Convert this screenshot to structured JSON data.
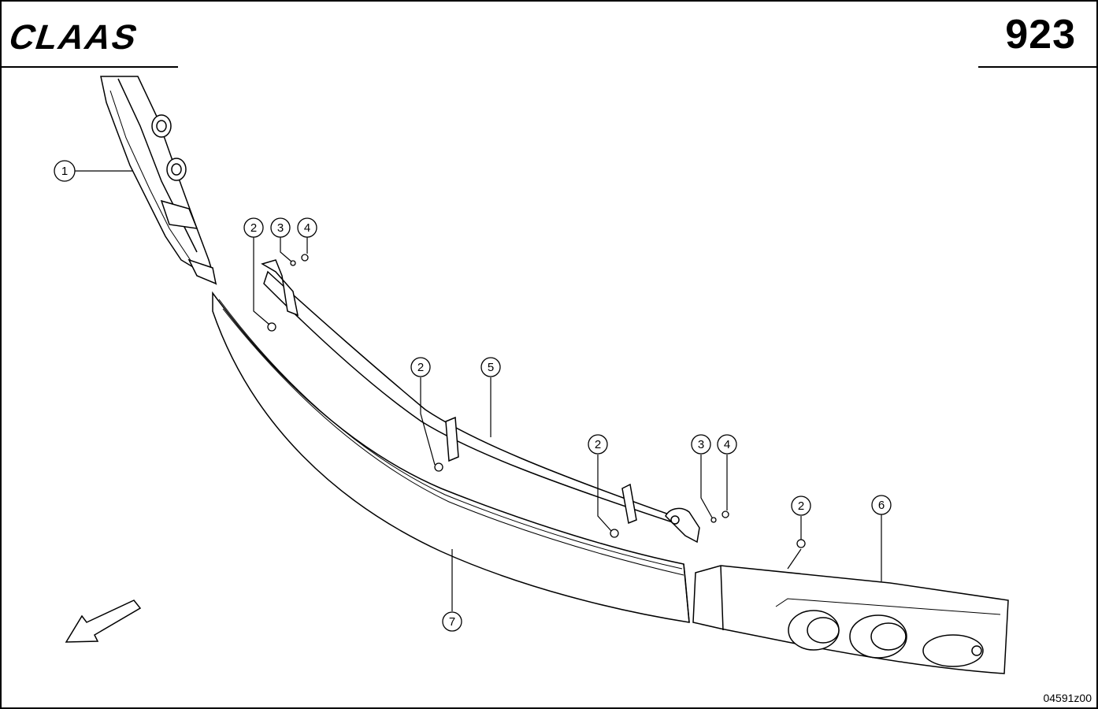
{
  "header": {
    "logo_text": "CLAAS",
    "page_number": "923"
  },
  "footer": {
    "drawing_code": "04591z00"
  },
  "callouts": [
    {
      "id": "c1",
      "label": "1"
    },
    {
      "id": "c2a",
      "label": "2"
    },
    {
      "id": "c3a",
      "label": "3"
    },
    {
      "id": "c4a",
      "label": "4"
    },
    {
      "id": "c2b",
      "label": "2"
    },
    {
      "id": "c5",
      "label": "5"
    },
    {
      "id": "c2c",
      "label": "2"
    },
    {
      "id": "c3b",
      "label": "3"
    },
    {
      "id": "c4b",
      "label": "4"
    },
    {
      "id": "c2d",
      "label": "2"
    },
    {
      "id": "c6",
      "label": "6"
    },
    {
      "id": "c7",
      "label": "7"
    }
  ]
}
